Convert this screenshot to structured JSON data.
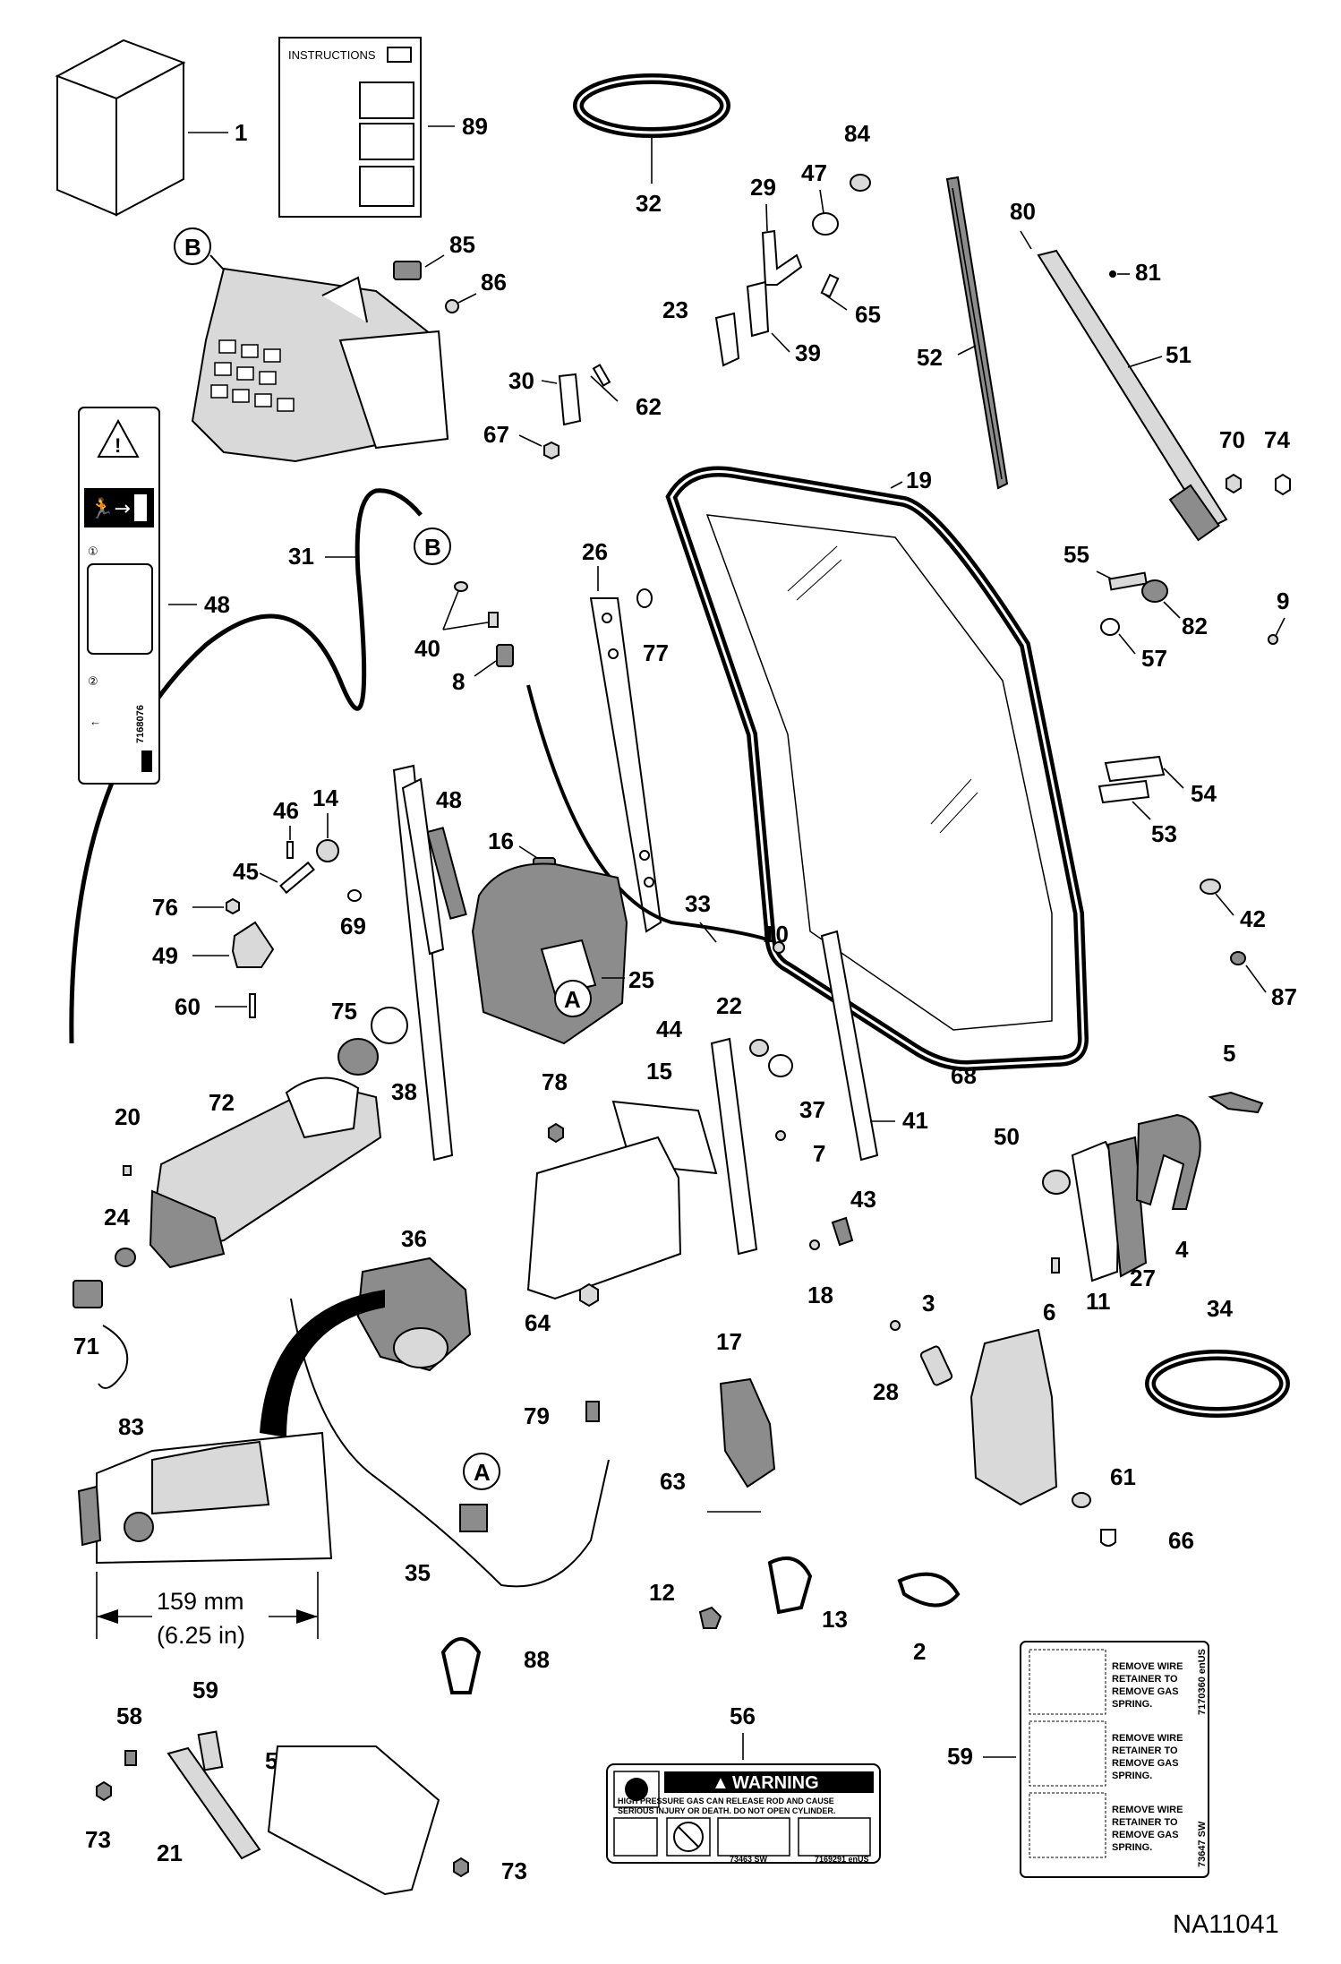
{
  "figure_id": "NA11041",
  "instructions_label": "INSTRUCTIONS",
  "detail_markers": [
    "A",
    "B"
  ],
  "dimension": {
    "mm": "159 mm",
    "in": "(6.25 in)"
  },
  "decal_48_codes": [
    "7168076"
  ],
  "warning_decal": {
    "header": "WARNING",
    "line1": "HIGH PRESSURE GAS CAN RELEASE ROD AND CAUSE",
    "line2": "SERIOUS INJURY OR DEATH. DO NOT OPEN CYLINDER.",
    "code1": "73463 SW",
    "code2": "7169291 enUS"
  },
  "gas_spring_decal": {
    "text_line1": "REMOVE WIRE",
    "text_line2": "RETAINER TO",
    "text_line3": "REMOVE GAS",
    "text_line4": "SPRING.",
    "code1": "7170360 enUS",
    "code2": "73647 SW"
  },
  "callouts": [
    "1",
    "89",
    "32",
    "84",
    "47",
    "29",
    "23",
    "39",
    "65",
    "80",
    "81",
    "52",
    "51",
    "85",
    "86",
    "30",
    "62",
    "67",
    "19",
    "70",
    "74",
    "31",
    "26",
    "48",
    "40",
    "8",
    "77",
    "55",
    "82",
    "9",
    "57",
    "54",
    "53",
    "46",
    "14",
    "48",
    "16",
    "45",
    "76",
    "49",
    "69",
    "60",
    "33",
    "10",
    "25",
    "42",
    "87",
    "75",
    "38",
    "72",
    "20",
    "24",
    "71",
    "22",
    "44",
    "15",
    "37",
    "41",
    "68",
    "5",
    "78",
    "7",
    "50",
    "4",
    "6",
    "11",
    "27",
    "36",
    "43",
    "18",
    "3",
    "64",
    "34",
    "17",
    "28",
    "79",
    "83",
    "63",
    "61",
    "66",
    "35",
    "12",
    "13",
    "2",
    "88",
    "56",
    "59",
    "58",
    "59",
    "56",
    "73",
    "21",
    "73"
  ]
}
